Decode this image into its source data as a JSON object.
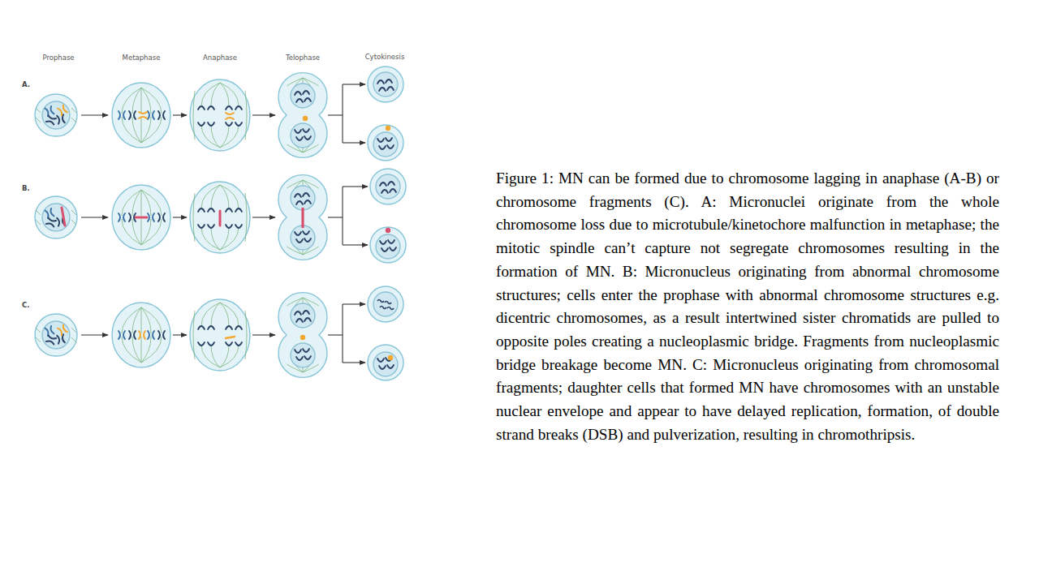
{
  "diagram": {
    "caption": "Figure 1: MN can be formed due to chromosome lagging in anaphase (A-B) or chromosome fragments (C). A: Micronuclei originate from the whole chromosome loss due to microtubule/kinetochore malfunction in metaphase; the mitotic spindle can’t capture not segregate chromosomes resulting in the formation of MN. B: Micronucleus originating from abnormal chromosome structures; cells enter the prophase with abnormal chromosome structures e.g. dicentric chromosomes, as a result intertwined sister chromatids are pulled to opposite poles creating a nucleoplasmic bridge. Fragments from nucleoplasmic bridge breakage become MN. C: Micronucleus originating from chromosomal fragments; daughter cells that formed MN have chromosomes with an unstable nuclear envelope and appear to have delayed replication, formation, of double strand breaks (DSB) and pulverization, resulting in chromothripsis.",
    "labels": [
      "Prophase",
      "Metaphase",
      "Anaphase",
      "Telophase",
      "Cytokinesis",
      "A.",
      "B.",
      "C."
    ]
  }
}
